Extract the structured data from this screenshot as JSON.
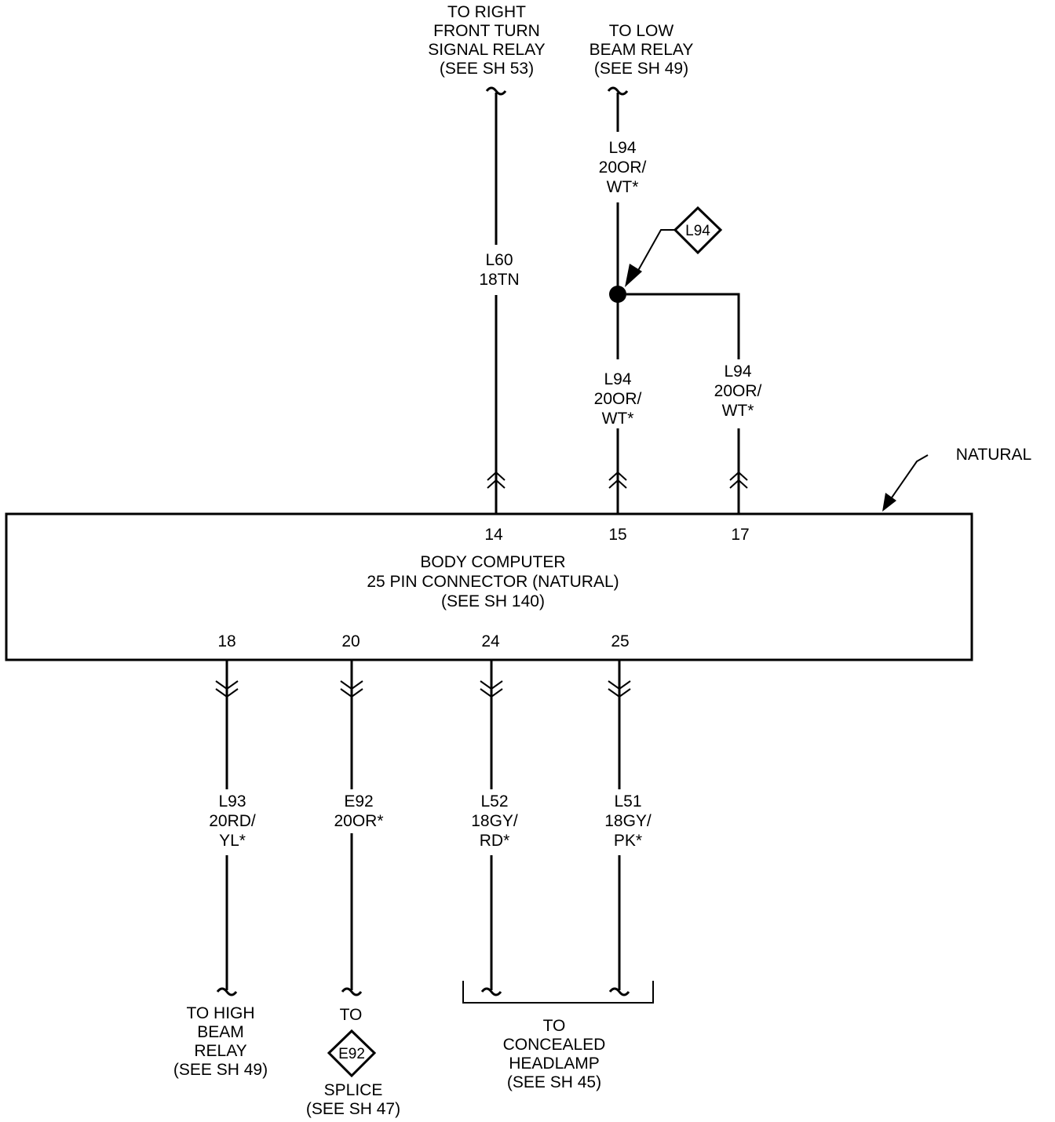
{
  "connector": {
    "title_line1": "BODY COMPUTER",
    "title_line2": "25 PIN CONNECTOR (NATURAL)",
    "title_line3": "(SEE SH 140)",
    "color_callout": "NATURAL",
    "top_pins": [
      "14",
      "15",
      "17"
    ],
    "bottom_pins": [
      "18",
      "20",
      "24",
      "25"
    ]
  },
  "wires": {
    "pin14": {
      "circuit": "L60",
      "gauge_color": "18TN"
    },
    "pin15_upper": {
      "circuit": "L94",
      "gauge_color": "20OR/",
      "tracer": "WT*"
    },
    "pin15_lower": {
      "circuit": "L94",
      "gauge_color": "20OR/",
      "tracer": "WT*"
    },
    "pin17": {
      "circuit": "L94",
      "gauge_color": "20OR/",
      "tracer": "WT*"
    },
    "pin18": {
      "circuit": "L93",
      "gauge_color": "20RD/",
      "tracer": "YL*"
    },
    "pin20": {
      "circuit": "E92",
      "gauge_color": "20OR*"
    },
    "pin24": {
      "circuit": "L52",
      "gauge_color": "18GY/",
      "tracer": "RD*"
    },
    "pin25": {
      "circuit": "L51",
      "gauge_color": "18GY/",
      "tracer": "PK*"
    }
  },
  "splice_label": "L94",
  "destinations": {
    "right_front_turn": [
      "TO RIGHT",
      "FRONT TURN",
      "SIGNAL RELAY",
      "(SEE SH 53)"
    ],
    "low_beam": [
      "TO LOW",
      "BEAM RELAY",
      "(SEE SH 49)"
    ],
    "high_beam": [
      "TO HIGH",
      "BEAM",
      "RELAY",
      "(SEE SH 49)"
    ],
    "splice_to": "TO",
    "splice_badge": "E92",
    "splice_ref": [
      "SPLICE",
      "(SEE SH 47)"
    ],
    "concealed_headlamp": [
      "TO",
      "CONCEALED",
      "HEADLAMP",
      "(SEE SH 45)"
    ]
  }
}
